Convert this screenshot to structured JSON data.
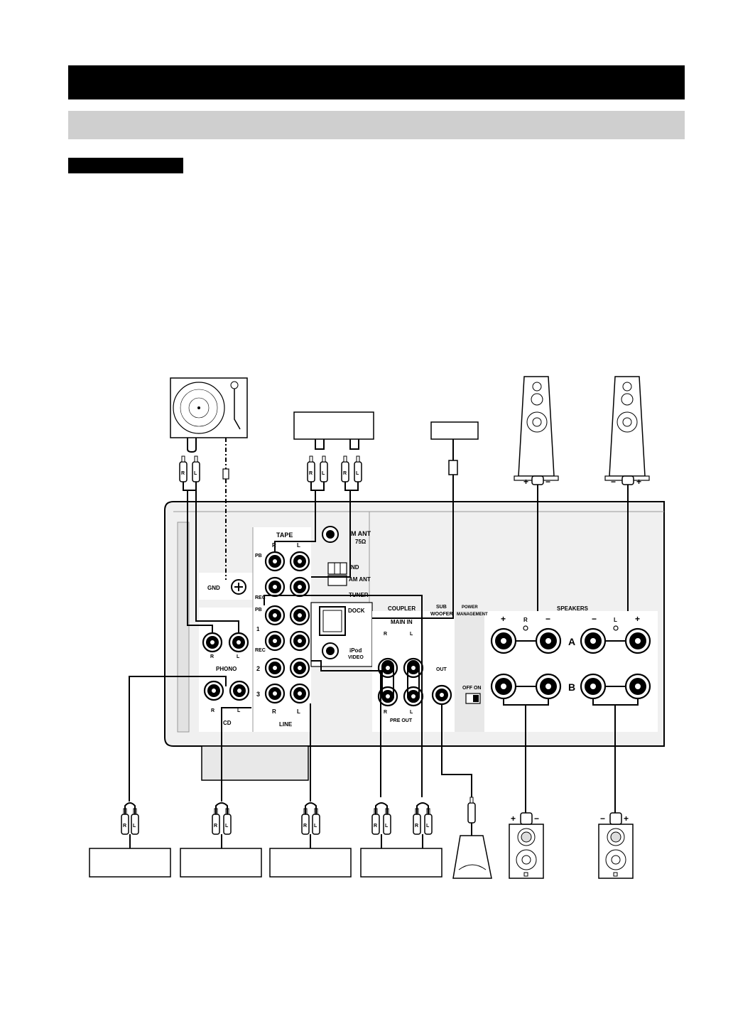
{
  "labels": {
    "tape": "TAPE",
    "r_mark": "R",
    "l_mark": "L",
    "pb": "PB",
    "rec": "REC",
    "one": "1",
    "two": "2",
    "three": "3",
    "fm_ant": "M ANT",
    "ohm": "75Ω",
    "gnd_ant": "ND",
    "am_ant": "AM ANT",
    "tuner": "TUNER",
    "gnd": "GND",
    "dock": "DOCK",
    "ipod": "iPod",
    "video": "VIDEO",
    "coupler": "COUPLER",
    "sub": "SUB",
    "woofer": "WOOFER",
    "power": "POWER",
    "management": "MANAGEMENT",
    "speakers": "SPEAKERS",
    "spk_a": "A",
    "spk_b": "B",
    "main_in": "MAIN IN",
    "pre_out": "PRE OUT",
    "out": "OUT",
    "off_on": "OFF  ON",
    "phono": "PHONO",
    "cd": "CD",
    "line": "LINE",
    "plus": "+",
    "minus": "−",
    "plug_r": "R",
    "plug_l": "L"
  },
  "colors": {
    "panel": "#f0f0f0",
    "panel_shadow": "#c4c4c4",
    "ink": "#000000",
    "band_gray": "#cfcfcf"
  }
}
